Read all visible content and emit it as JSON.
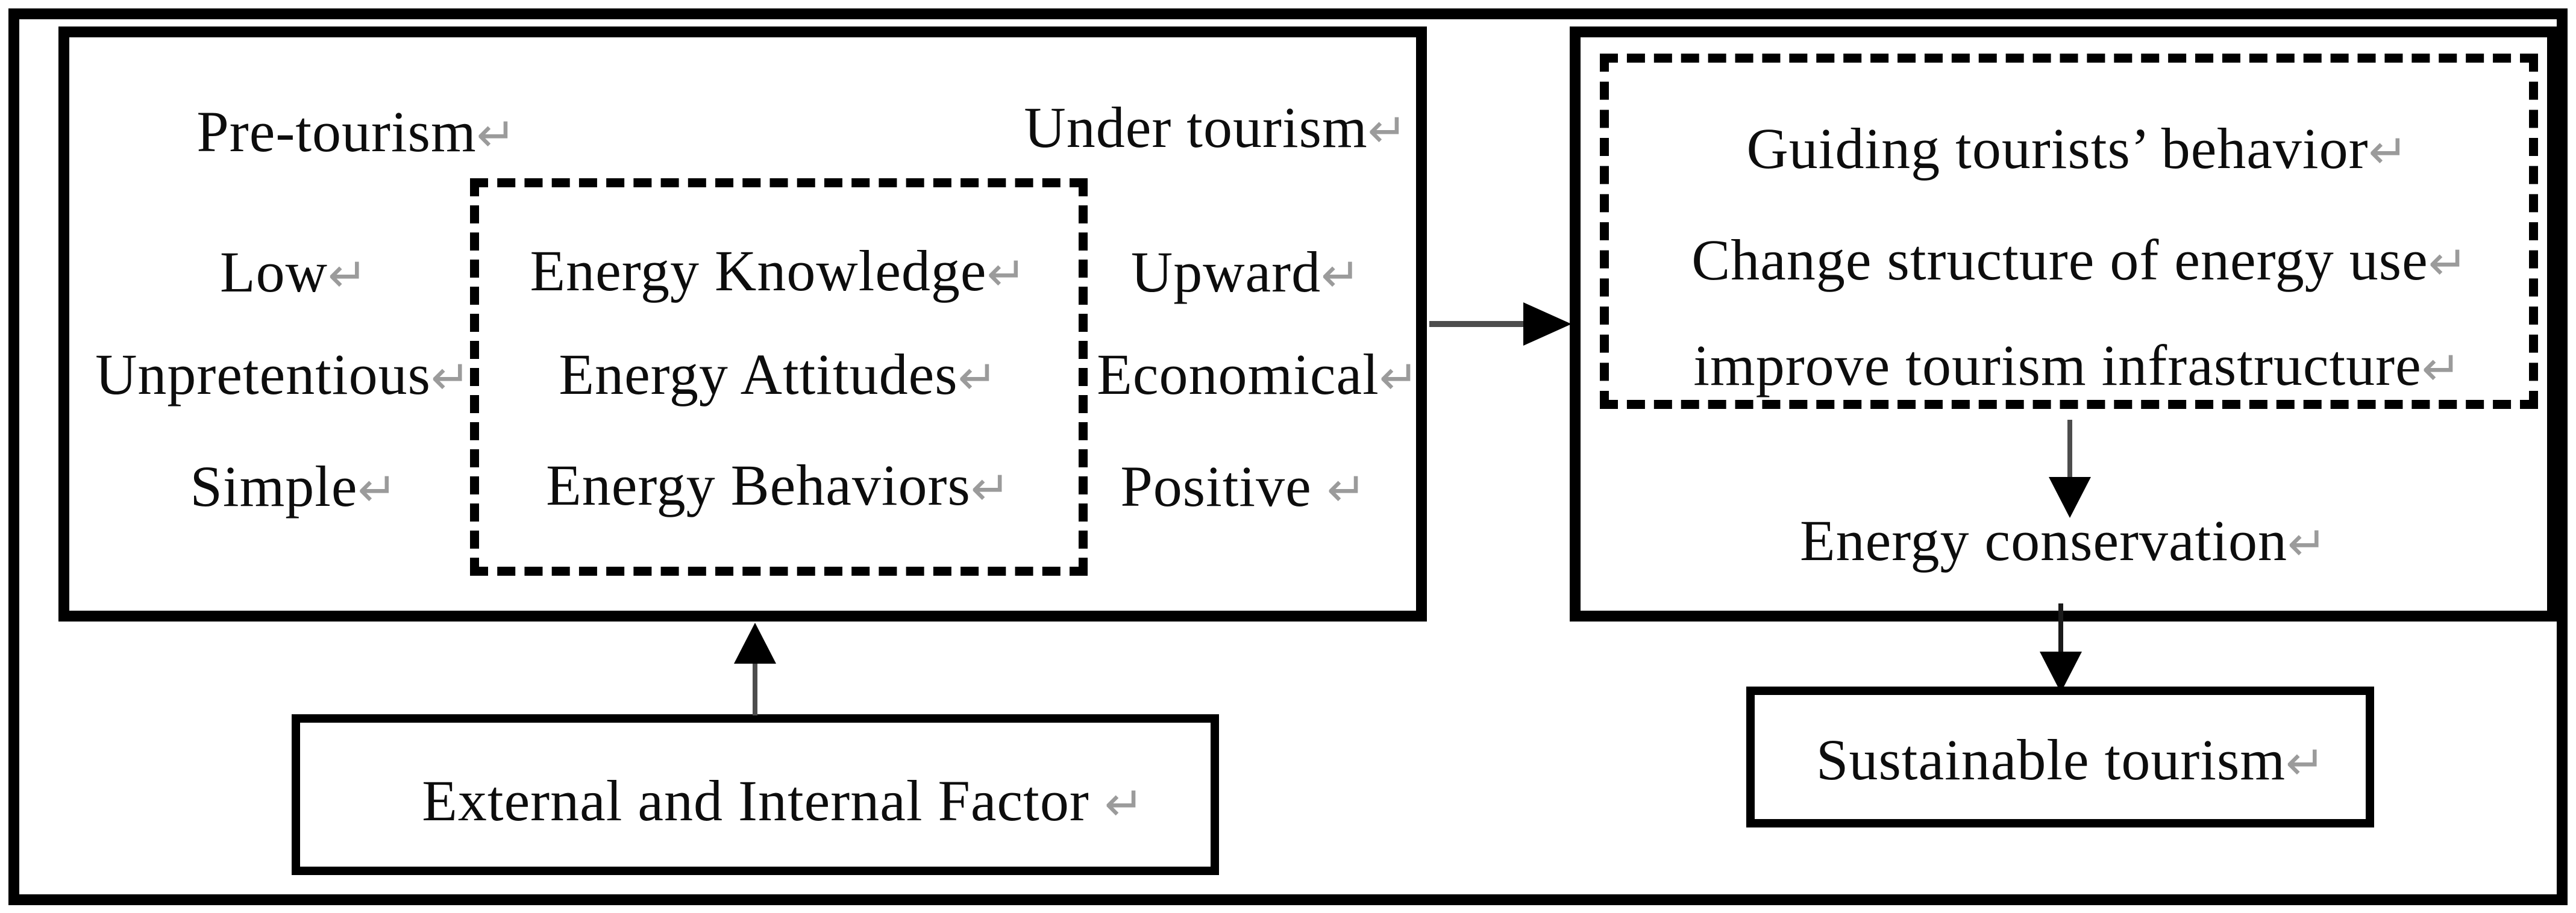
{
  "figure": {
    "left_box": {
      "phase_left": "Pre-tourism",
      "phase_right": "Under tourism",
      "left_column": [
        "Low",
        "Unpretentious",
        "Simple"
      ],
      "center_column": [
        "Energy Knowledge",
        "Energy Attitudes",
        "Energy Behaviors"
      ],
      "right_column": [
        "Upward",
        "Economical",
        "Positive "
      ]
    },
    "right_box": {
      "dashed_items": [
        "Guiding tourists’ behavior",
        "Change structure of energy use",
        "improve tourism infrastructure"
      ],
      "outcome": "Energy conservation"
    },
    "bottom": {
      "factor_box": "External and Internal Factor ",
      "sustainable_box": "Sustainable tourism"
    },
    "marks": {
      "return": "↵"
    },
    "colors": {
      "border": "#000000",
      "text": "#0d0d0d",
      "arrow_line": "#4d4d4d",
      "arrow_head": "#000000",
      "return_mark": "#9b9b9b"
    }
  }
}
